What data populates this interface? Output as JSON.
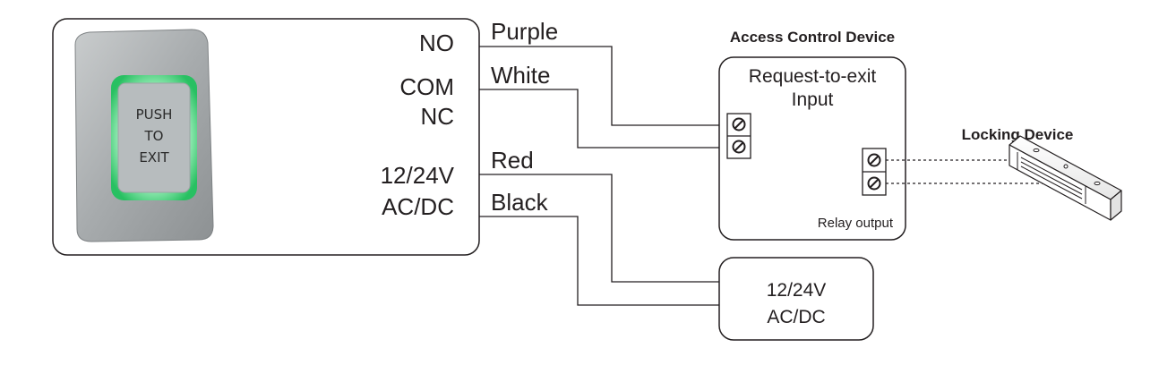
{
  "exit_button": {
    "line1": "PUSH",
    "line2": "TO",
    "line3": "EXIT"
  },
  "terminals": {
    "no": "NO",
    "com": "COM",
    "nc": "NC",
    "power_line1": "12/24V",
    "power_line2": "AC/DC"
  },
  "wires": {
    "purple": "Purple",
    "white": "White",
    "red": "Red",
    "black": "Black"
  },
  "access_control": {
    "title": "Access Control Device",
    "input_line1": "Request-to-exit",
    "input_line2": "Input",
    "relay": "Relay output"
  },
  "locking_device": {
    "title": "Locking Device"
  },
  "power_supply": {
    "line1": "12/24V",
    "line2": "AC/DC"
  },
  "colors": {
    "line": "#231f20",
    "button_body": "#a8acae",
    "button_glow": "#3fd67a"
  }
}
